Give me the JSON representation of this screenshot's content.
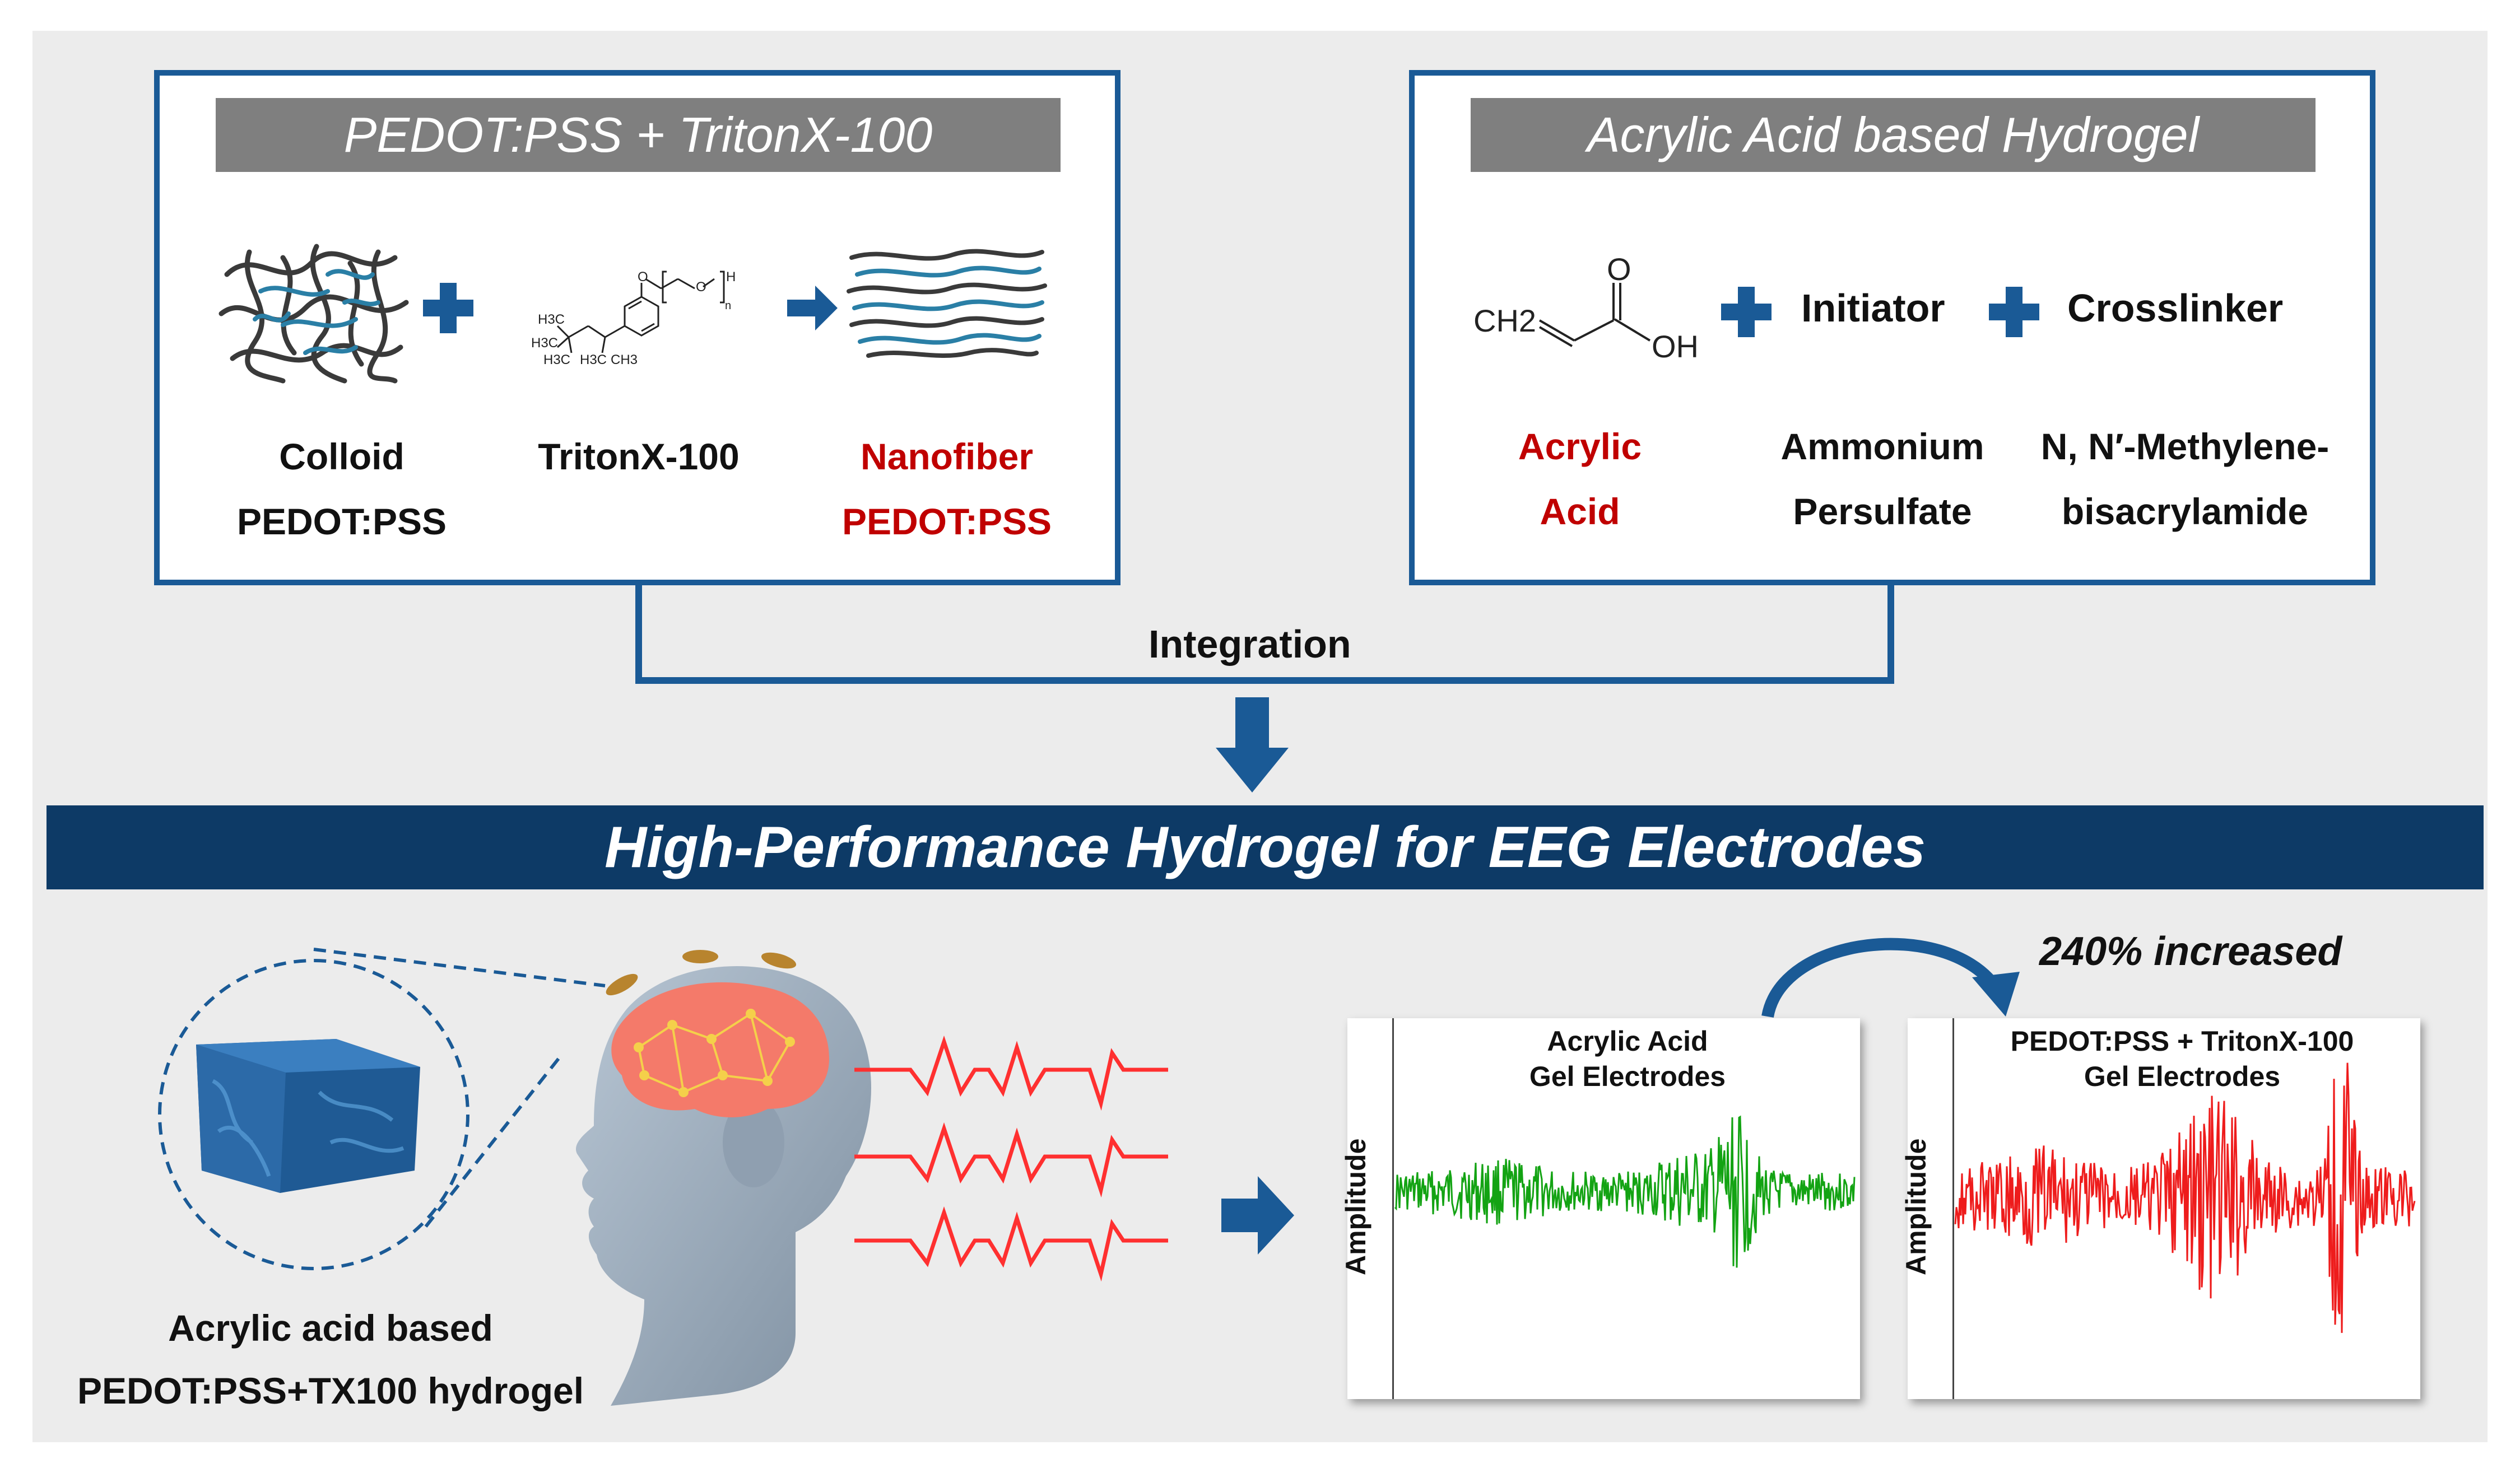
{
  "top_left": {
    "title": "PEDOT:PSS + TritonX-100",
    "items": [
      {
        "line1": "Colloid",
        "line2": "PEDOT:PSS"
      },
      {
        "line1": "TritonX-100",
        "line2": ""
      },
      {
        "line1": "Nanofiber",
        "line2": "PEDOT:PSS"
      }
    ],
    "molecule": {
      "h3c_1": "H3C",
      "h3c_2": "H3C",
      "h3c_3": "H3C",
      "h3c_4": "H3C",
      "ch3": "CH3",
      "o": "O",
      "h": "H",
      "n": "n"
    }
  },
  "top_right": {
    "title": "Acrylic Acid based Hydrogel",
    "molecule": {
      "ch2": "CH2",
      "o": "O",
      "oh": "OH"
    },
    "initiator": "Initiator",
    "crosslinker": "Crosslinker",
    "items": [
      {
        "line1": "Acrylic",
        "line2": "Acid"
      },
      {
        "line1": "Ammonium",
        "line2": "Persulfate"
      },
      {
        "line1": "N, N′-Methylene-",
        "line2": "bisacrylamide"
      }
    ]
  },
  "integration_label": "Integration",
  "banner": "High-Performance Hydrogel for EEG Electrodes",
  "hydrogel_caption": {
    "line1": "Acrylic acid based",
    "line2": "PEDOT:PSS+TX100 hydrogel"
  },
  "increase_label": "240% increased",
  "charts": [
    {
      "title_line1": "Acrylic Acid",
      "title_line2": "Gel Electrodes",
      "ylabel": "Amplitude",
      "color": "#13a313"
    },
    {
      "title_line1": "PEDOT:PSS + TritonX-100",
      "title_line2": "Gel Electrodes",
      "ylabel": "Amplitude",
      "color": "#ee1c1c"
    }
  ],
  "colors": {
    "frame": "#1a5a96",
    "banner": "#0d3a66",
    "accent_red": "#c00000",
    "wave_red": "#ff3030"
  }
}
